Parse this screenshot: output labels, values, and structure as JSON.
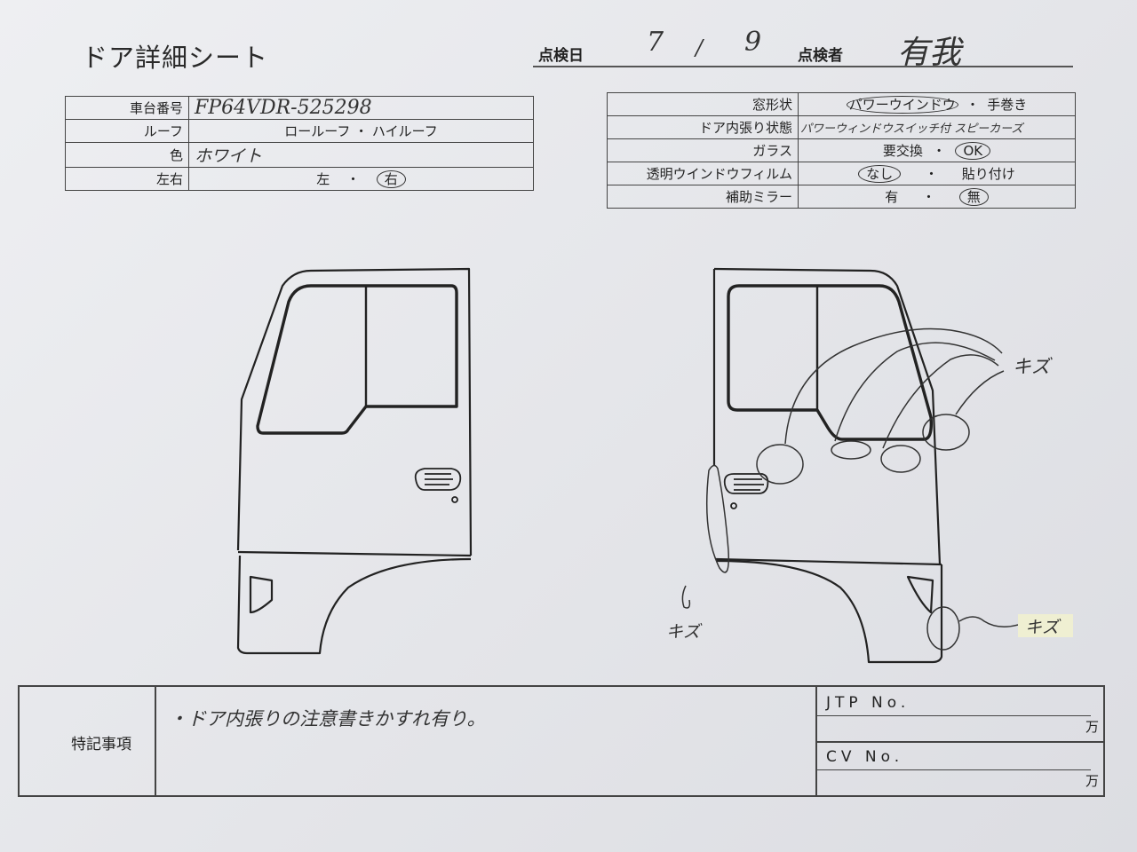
{
  "header": {
    "title": "ドア詳細シート",
    "inspection_date_label": "点検日",
    "inspection_date_month": "7",
    "inspection_date_sep": "/",
    "inspection_date_day": "9",
    "inspector_label": "点検者",
    "inspector_value": "有我"
  },
  "left_table": [
    {
      "label": "車台番号",
      "value": "FP64VDR-525298"
    },
    {
      "label": "ルーフ",
      "value": "ロールーフ ・ ハイルーフ"
    },
    {
      "label": "色",
      "value": "ホワイト"
    },
    {
      "label": "左右",
      "opt_a": "左",
      "sep": "・",
      "opt_b": "右"
    }
  ],
  "right_table": [
    {
      "label": "窓形状",
      "opt_a": "パワーウインドウ",
      "sep": "・",
      "opt_b": "手巻き"
    },
    {
      "label": "ドア内張り状態",
      "value": "パワーウィンドウスイッチ付 スピーカーズ"
    },
    {
      "label": "ガラス",
      "opt_a": "要交換",
      "sep": "・",
      "opt_b": "OK"
    },
    {
      "label": "透明ウインドウフィルム",
      "opt_a": "なし",
      "sep": "・",
      "opt_b": "貼り付け"
    },
    {
      "label": "補助ミラー",
      "opt_a": "有",
      "sep": "・",
      "opt_b": "無"
    }
  ],
  "diagram": {
    "damage_label_1": "キズ",
    "damage_label_2": "キズ",
    "damage_label_3": "キズ"
  },
  "notes": {
    "label": "特記事項",
    "text": "・ドア内張りの注意書きかすれ有り。",
    "jtp_label": "JTP No.",
    "jtp_unit": "万",
    "cv_label": "CV No.",
    "cv_unit": "万"
  }
}
